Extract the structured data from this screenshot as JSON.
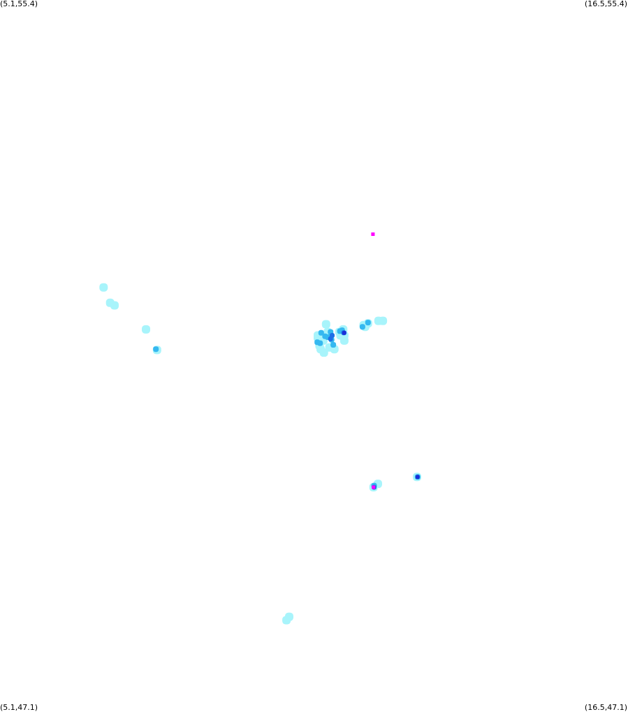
{
  "corners": {
    "top_left": "(5.1,55.4)",
    "top_right": "(16.5,55.4)",
    "bottom_left": "(5.1,47.1)",
    "bottom_right": "(16.5,47.1)"
  },
  "bounds": {
    "lon_min": 5.1,
    "lon_max": 16.5,
    "lat_min": 47.1,
    "lat_max": 55.4
  },
  "colors": {
    "background": "#ffffff",
    "low": "#a8f4fb",
    "medium": "#35b8f0",
    "high": "#1f6fe6",
    "very_high": "#1a2fd8",
    "marker": "#ff00ff",
    "label": "#000000"
  },
  "echo_cells": [
    {
      "lon": 7.75,
      "lat": 51.56,
      "level": "low"
    },
    {
      "lon": 6.98,
      "lat": 52.05,
      "level": "low"
    },
    {
      "lon": 7.1,
      "lat": 51.87,
      "level": "low"
    },
    {
      "lon": 7.18,
      "lat": 51.84,
      "level": "low"
    },
    {
      "lon": 7.93,
      "lat": 51.33,
      "level": "medium"
    },
    {
      "lon": 7.95,
      "lat": 51.32,
      "level": "low"
    },
    {
      "lon": 10.87,
      "lat": 51.46,
      "level": "low"
    },
    {
      "lon": 10.87,
      "lat": 51.49,
      "level": "low"
    },
    {
      "lon": 10.9,
      "lat": 51.37,
      "level": "low"
    },
    {
      "lon": 10.92,
      "lat": 51.33,
      "level": "low"
    },
    {
      "lon": 10.98,
      "lat": 51.29,
      "level": "low"
    },
    {
      "lon": 10.97,
      "lat": 51.43,
      "level": "low"
    },
    {
      "lon": 11.05,
      "lat": 51.53,
      "level": "low"
    },
    {
      "lon": 11.02,
      "lat": 51.62,
      "level": "low"
    },
    {
      "lon": 10.86,
      "lat": 51.41,
      "level": "medium"
    },
    {
      "lon": 10.91,
      "lat": 51.4,
      "level": "medium"
    },
    {
      "lon": 10.93,
      "lat": 51.52,
      "level": "medium"
    },
    {
      "lon": 11.0,
      "lat": 51.48,
      "level": "medium"
    },
    {
      "lon": 11.05,
      "lat": 51.47,
      "level": "medium"
    },
    {
      "lon": 11.1,
      "lat": 51.53,
      "level": "medium"
    },
    {
      "lon": 11.12,
      "lat": 51.44,
      "level": "medium"
    },
    {
      "lon": 11.15,
      "lat": 51.38,
      "level": "medium"
    },
    {
      "lon": 11.08,
      "lat": 51.35,
      "level": "low"
    },
    {
      "lon": 11.17,
      "lat": 51.33,
      "level": "low"
    },
    {
      "lon": 11.1,
      "lat": 51.45,
      "level": "high"
    },
    {
      "lon": 11.13,
      "lat": 51.49,
      "level": "high"
    },
    {
      "lon": 11.26,
      "lat": 51.53,
      "level": "low"
    },
    {
      "lon": 11.33,
      "lat": 51.56,
      "level": "low"
    },
    {
      "lon": 11.28,
      "lat": 51.49,
      "level": "low"
    },
    {
      "lon": 11.35,
      "lat": 51.49,
      "level": "low"
    },
    {
      "lon": 11.27,
      "lat": 51.54,
      "level": "medium"
    },
    {
      "lon": 11.31,
      "lat": 51.55,
      "level": "medium"
    },
    {
      "lon": 11.34,
      "lat": 51.52,
      "level": "high"
    },
    {
      "lon": 11.35,
      "lat": 51.52,
      "level": "very_high"
    },
    {
      "lon": 11.35,
      "lat": 51.43,
      "level": "low"
    },
    {
      "lon": 11.7,
      "lat": 51.61,
      "level": "low"
    },
    {
      "lon": 11.78,
      "lat": 51.63,
      "level": "low"
    },
    {
      "lon": 11.73,
      "lat": 51.59,
      "level": "low"
    },
    {
      "lon": 11.68,
      "lat": 51.59,
      "level": "medium"
    },
    {
      "lon": 11.78,
      "lat": 51.64,
      "level": "medium"
    },
    {
      "lon": 11.97,
      "lat": 51.66,
      "level": "low"
    },
    {
      "lon": 12.05,
      "lat": 51.66,
      "level": "low"
    },
    {
      "lon": 11.88,
      "lat": 49.72,
      "level": "low"
    },
    {
      "lon": 11.96,
      "lat": 49.76,
      "level": "low"
    },
    {
      "lon": 11.89,
      "lat": 49.74,
      "level": "medium"
    },
    {
      "lon": 11.89,
      "lat": 49.72,
      "level": "high"
    },
    {
      "lon": 12.67,
      "lat": 49.84,
      "level": "low"
    },
    {
      "lon": 12.68,
      "lat": 49.84,
      "level": "medium"
    },
    {
      "lon": 12.68,
      "lat": 49.84,
      "level": "very_high"
    },
    {
      "lon": 10.3,
      "lat": 48.17,
      "level": "low"
    },
    {
      "lon": 10.35,
      "lat": 48.21,
      "level": "low"
    }
  ],
  "markers": [
    {
      "lon": 11.87,
      "lat": 52.67
    },
    {
      "lon": 11.88,
      "lat": 49.72
    }
  ]
}
